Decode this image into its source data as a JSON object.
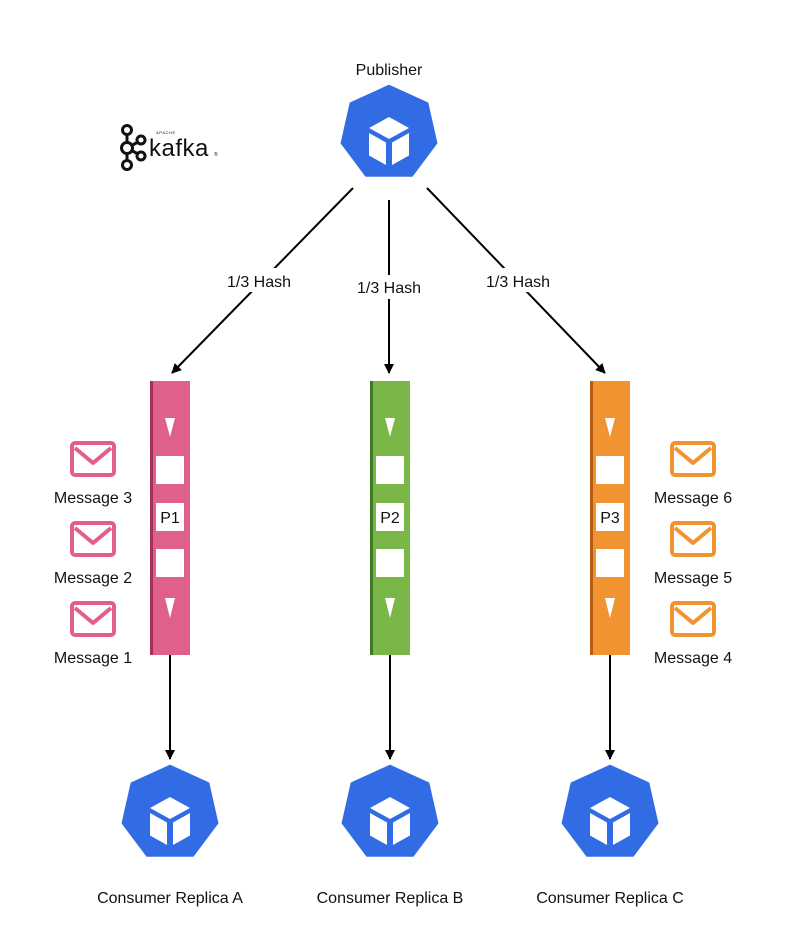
{
  "publisher": {
    "label": "Publisher",
    "color": "#326ce5",
    "icon": "kubernetes-pod-icon"
  },
  "logo": {
    "brand": "kafka",
    "small_text": "APACHE",
    "registered": "®",
    "icon": "kafka-logo-icon"
  },
  "edges": [
    {
      "label": "1/3 Hash"
    },
    {
      "label": "1/3 Hash"
    },
    {
      "label": "1/3 Hash"
    }
  ],
  "partitions": [
    {
      "label": "P1",
      "color": "#e0608c",
      "edge_color": "#a3305a"
    },
    {
      "label": "P2",
      "color": "#7ab648",
      "edge_color": "#3f7a22"
    },
    {
      "label": "P3",
      "color": "#f19330",
      "edge_color": "#b35e12"
    }
  ],
  "left_messages": {
    "color": "#e0608c",
    "items": [
      "Message 3",
      "Message 2",
      "Message 1"
    ]
  },
  "right_messages": {
    "color": "#f19330",
    "items": [
      "Message 6",
      "Message 5",
      "Message 4"
    ]
  },
  "consumers": [
    {
      "label": "Consumer Replica A"
    },
    {
      "label": "Consumer Replica B"
    },
    {
      "label": "Consumer Replica C"
    }
  ]
}
